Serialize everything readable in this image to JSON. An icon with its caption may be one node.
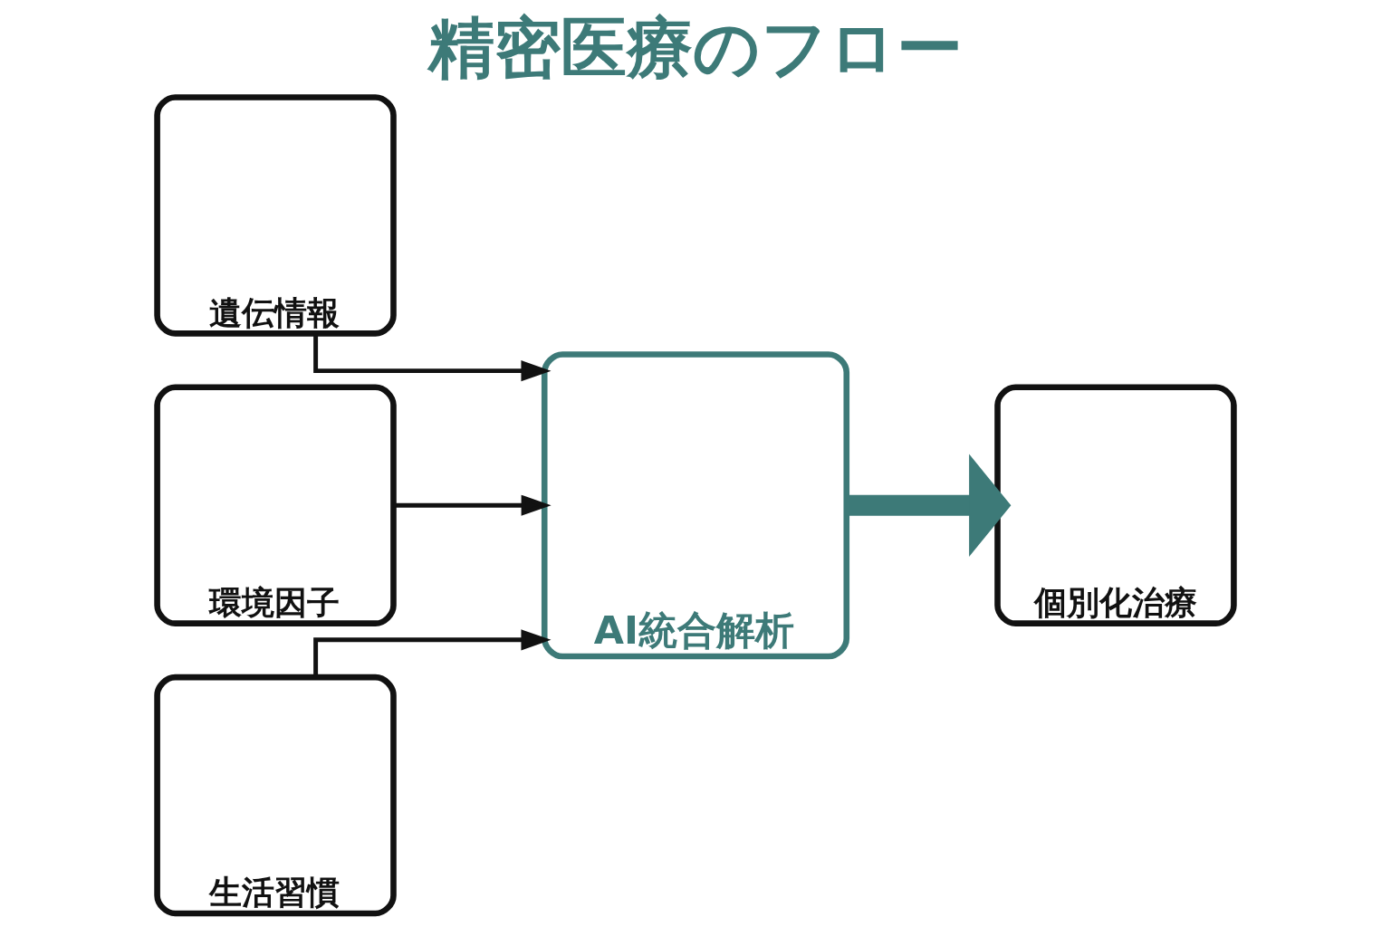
{
  "diagram": {
    "title": "精密医療のフロー",
    "nodes": [
      {
        "text": [
          "遺伝情報"
        ]
      },
      {
        "text": [
          "環境因子"
        ]
      },
      {
        "text": [
          "生活習慣"
        ]
      },
      {
        "text": [
          "AI統合解析"
        ]
      },
      {
        "text": [
          "個別化治療"
        ]
      }
    ],
    "edges": [
      {
        "from": 0,
        "to": 3,
        "arrow": "to"
      },
      {
        "from": 1,
        "to": 3,
        "arrow": "to"
      },
      {
        "from": 2,
        "to": 3,
        "arrow": "to"
      },
      {
        "from": 3,
        "to": 4,
        "arrow": "to",
        "style": "thick",
        "color": "#3d7a78"
      }
    ]
  }
}
